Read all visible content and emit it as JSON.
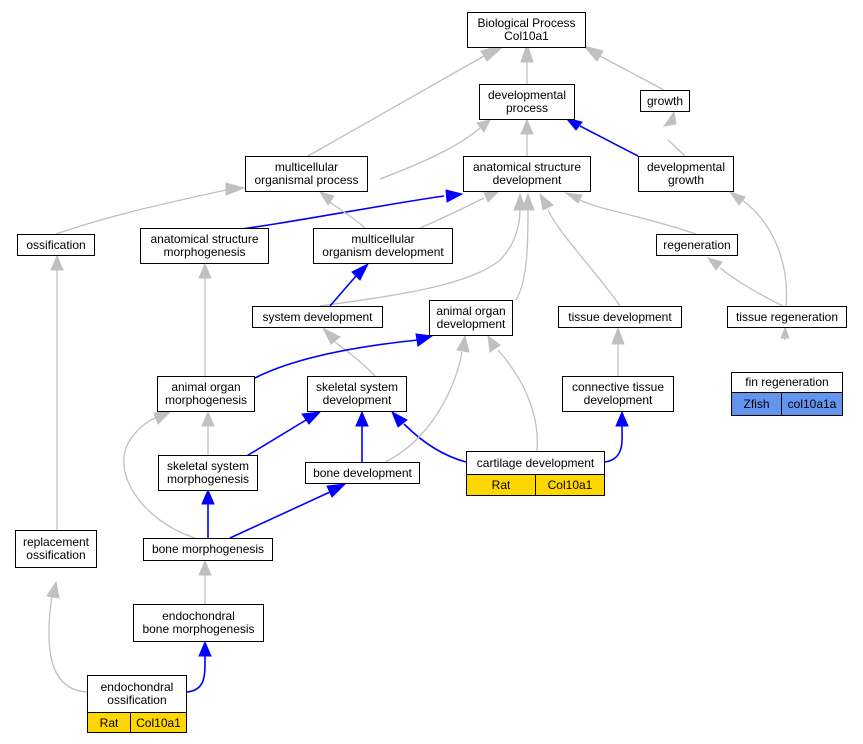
{
  "colors": {
    "gray_edge": "#c0c0c0",
    "blue_edge": "#0000ff",
    "rat_annotation": "#ffd700",
    "zfish_annotation": "#6495ed"
  },
  "nodes": {
    "bp": {
      "line1": "Biological Process",
      "line2": "Col10a1"
    },
    "dev_process": {
      "line1": "developmental",
      "line2": "process"
    },
    "growth": {
      "label": "growth"
    },
    "multicellular_proc": {
      "line1": "multicellular",
      "line2": "organismal process"
    },
    "anat_struct_dev": {
      "line1": "anatomical structure",
      "line2": "development"
    },
    "dev_growth": {
      "line1": "developmental",
      "line2": "growth"
    },
    "ossification": {
      "label": "ossification"
    },
    "anat_struct_morph": {
      "line1": "anatomical structure",
      "line2": "morphogenesis"
    },
    "multicellular_org_dev": {
      "line1": "multicellular",
      "line2": "organism development"
    },
    "regeneration": {
      "label": "regeneration"
    },
    "system_dev": {
      "label": "system development"
    },
    "animal_organ_dev": {
      "line1": "animal organ",
      "line2": "development"
    },
    "tissue_dev": {
      "label": "tissue development"
    },
    "tissue_regen": {
      "label": "tissue regeneration"
    },
    "animal_organ_morph": {
      "line1": "animal organ",
      "line2": "morphogenesis"
    },
    "skeletal_sys_dev": {
      "line1": "skeletal system",
      "line2": "development"
    },
    "conn_tissue_dev": {
      "line1": "connective tissue",
      "line2": "development"
    },
    "fin_regen": {
      "label": "fin regeneration",
      "species": "Zfish",
      "gene": "col10a1a"
    },
    "skeletal_sys_morph": {
      "line1": "skeletal system",
      "line2": "morphogenesis"
    },
    "bone_dev": {
      "label": "bone development"
    },
    "cartilage_dev": {
      "label": "cartilage development",
      "species": "Rat",
      "gene": "Col10a1"
    },
    "replacement_oss": {
      "line1": "replacement",
      "line2": "ossification"
    },
    "bone_morph": {
      "label": "bone morphogenesis"
    },
    "endo_bone_morph": {
      "line1": "endochondral",
      "line2": "bone morphogenesis"
    },
    "endo_oss": {
      "line1": "endochondral",
      "line2": "ossification",
      "species": "Rat",
      "gene": "Col10a1"
    }
  }
}
